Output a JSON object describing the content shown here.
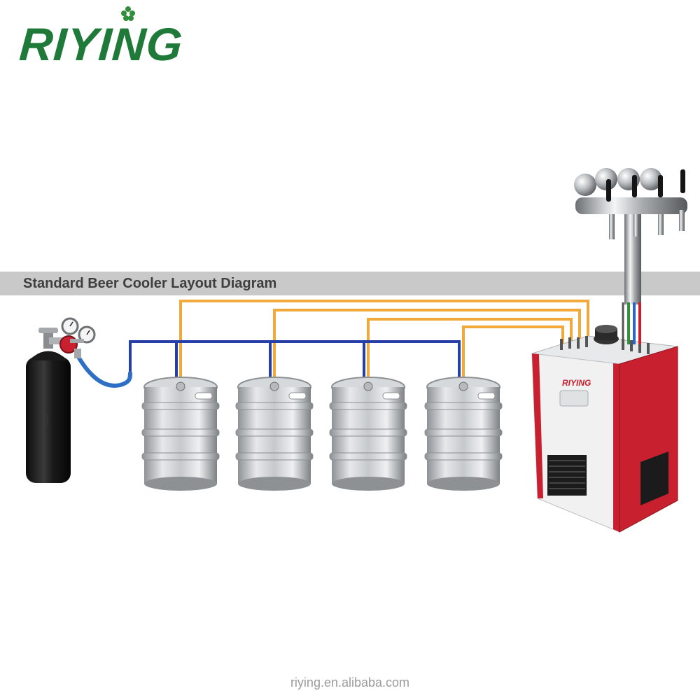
{
  "logo": {
    "text": "RIYING",
    "color": "#1f7a3a"
  },
  "banner": {
    "title": "Standard Beer Cooler Layout Diagram"
  },
  "cooler": {
    "brand": "RIYING",
    "color": "#c8202e"
  },
  "footer": {
    "url": "riying.en.alibaba.com"
  },
  "colors": {
    "gas_line": "#2440a8",
    "beer_line": "#f2a93b",
    "tap_lines": [
      "#2f8f3a",
      "#2c64c8",
      "#c8202e"
    ]
  },
  "icons": [
    "co2-cylinder-icon",
    "regulator-icon",
    "keg-icon",
    "beer-tower-icon",
    "beer-cooler-icon"
  ],
  "kegs": [
    {
      "name": "keg-1"
    },
    {
      "name": "keg-2"
    },
    {
      "name": "keg-3"
    },
    {
      "name": "keg-4"
    }
  ]
}
